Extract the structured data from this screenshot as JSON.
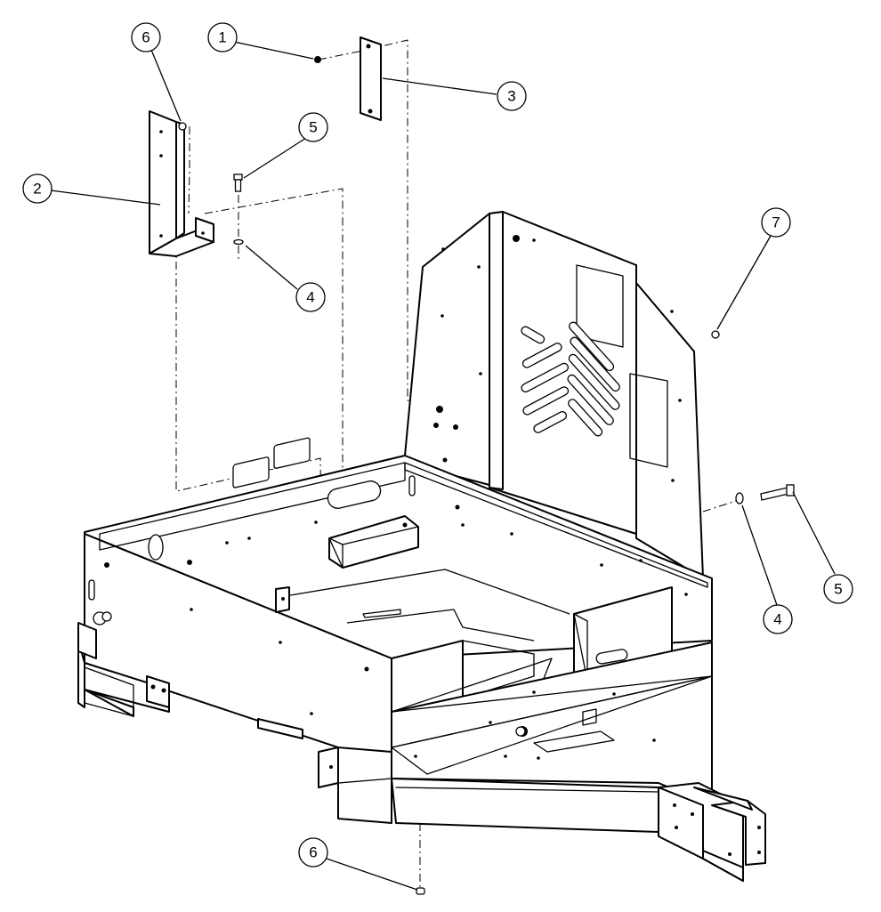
{
  "diagram": {
    "callouts": [
      {
        "id": "c1",
        "label": "1"
      },
      {
        "id": "c2",
        "label": "2"
      },
      {
        "id": "c3",
        "label": "3"
      },
      {
        "id": "c4a",
        "label": "4"
      },
      {
        "id": "c4b",
        "label": "4"
      },
      {
        "id": "c5a",
        "label": "5"
      },
      {
        "id": "c5b",
        "label": "5"
      },
      {
        "id": "c6a",
        "label": "6"
      },
      {
        "id": "c6b",
        "label": "6"
      },
      {
        "id": "c7",
        "label": "7"
      }
    ]
  }
}
